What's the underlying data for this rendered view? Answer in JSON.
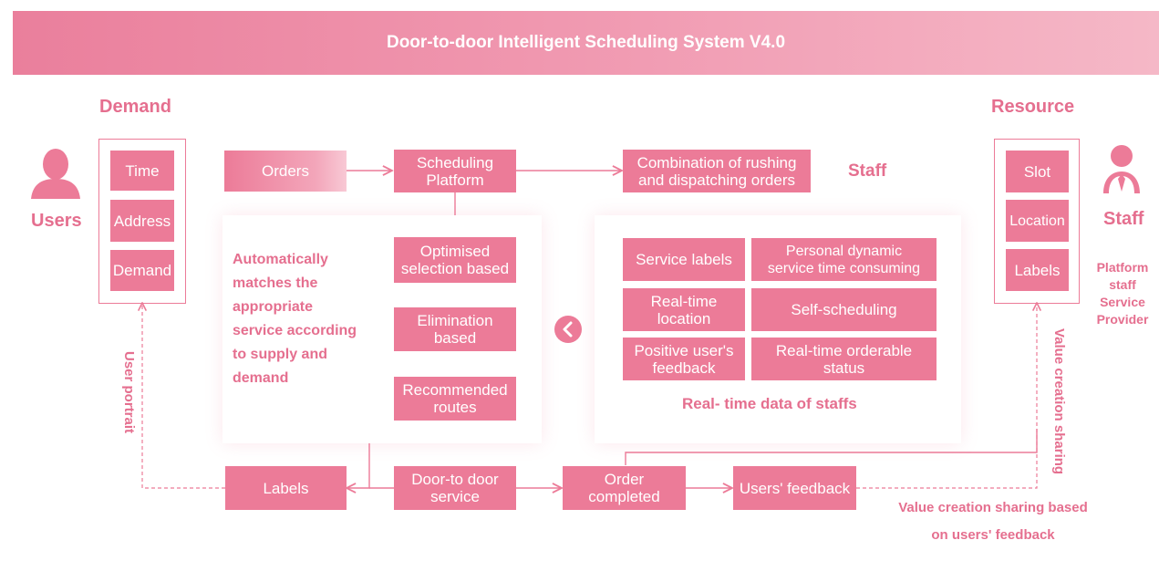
{
  "title": "Door-to-door Intelligent Scheduling System V4.0",
  "demand": {
    "heading": "Demand",
    "users_label": "Users",
    "items": [
      "Time",
      "Address",
      "Demand"
    ]
  },
  "resource": {
    "heading": "Resource",
    "staff_label": "Staff",
    "items": [
      "Slot",
      "Location",
      "Labels"
    ],
    "roles": "Platform\nstaff\nService\nProvider"
  },
  "flow": {
    "orders": "Orders",
    "scheduling_platform": "Scheduling\nPlatform",
    "combination": "Combination of rushing\nand dispatching orders",
    "staff_tag": "Staff",
    "optimised": "Optimised\nselection based",
    "elimination": "Elimination\nbased",
    "recommended": "Recommended\nroutes",
    "labels": "Labels",
    "door_service": "Door-to door\nservice",
    "order_completed": "Order\ncompleted",
    "users_feedback": "Users' feedback"
  },
  "matching_text": "Automatically\nmatches the\nappropriate\nservice according\nto supply and\ndemand",
  "staff_data": {
    "items": [
      "Service labels",
      "Personal dynamic\nservice time consuming",
      "Real-time\nlocation",
      "Self-scheduling",
      "Positive user's\nfeedback",
      "Real-time orderable\nstatus"
    ],
    "caption": "Real- time data of staffs"
  },
  "side_labels": {
    "user_portrait": "User portrait",
    "value_sharing": "Value creation sharing",
    "value_sharing_based": "Value creation sharing based\non users' feedback"
  },
  "colors": {
    "accent": "#ec7b98",
    "text_accent": "#e56f8f"
  },
  "icons": [
    "user-icon",
    "staff-icon",
    "chevron-left-icon"
  ]
}
